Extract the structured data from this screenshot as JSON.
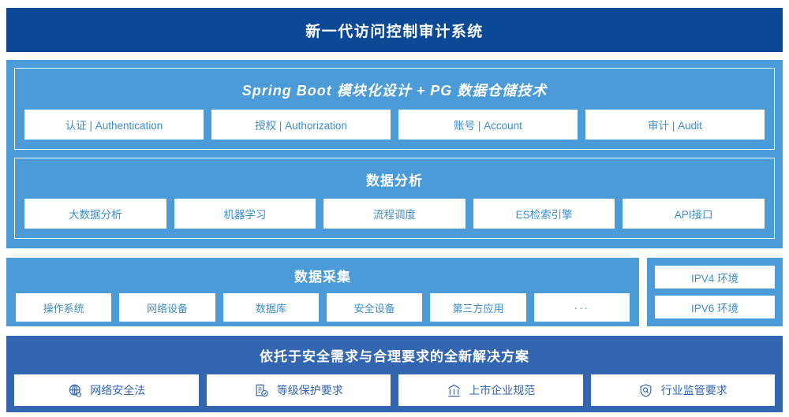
{
  "header": {
    "title": "新一代访问控制审计系统",
    "background": "#0B4996"
  },
  "colors": {
    "navy": "#0B4996",
    "light_blue": "#4A9BD8",
    "mid_blue": "#3366B0",
    "cell_text": "#3C8FCB",
    "cell_text_dark": "#3366B0",
    "white": "#FFFFFF"
  },
  "main_stack": {
    "groups": [
      {
        "title": "Spring Boot 模块化设计 + PG 数据仓储技术",
        "italic": true,
        "items": [
          {
            "label": "认证 | Authentication"
          },
          {
            "label": "授权 | Authorization"
          },
          {
            "label": "账号 | Account"
          },
          {
            "label": "审计 | Audit"
          }
        ]
      },
      {
        "title": "数据分析",
        "italic": false,
        "items": [
          {
            "label": "大数据分析"
          },
          {
            "label": "机器学习"
          },
          {
            "label": "流程调度"
          },
          {
            "label": "ES检索引擎"
          },
          {
            "label": "API接口"
          }
        ]
      }
    ]
  },
  "collect": {
    "title": "数据采集",
    "items": [
      {
        "label": "操作系统"
      },
      {
        "label": "网络设备"
      },
      {
        "label": "数据库"
      },
      {
        "label": "安全设备"
      },
      {
        "label": "第三方应用"
      },
      {
        "label": "···"
      }
    ]
  },
  "environment": {
    "items": [
      {
        "label": "IPV4 环境"
      },
      {
        "label": "IPV6 环境"
      }
    ]
  },
  "bottom": {
    "title": "依托于安全需求与合理要求的全新解决方案",
    "items": [
      {
        "label": "网络安全法",
        "icon": "globe-icon"
      },
      {
        "label": "等级保护要求",
        "icon": "document-check-icon"
      },
      {
        "label": "上市企业规范",
        "icon": "bank-icon"
      },
      {
        "label": "行业监管要求",
        "icon": "shield-search-icon"
      }
    ]
  }
}
